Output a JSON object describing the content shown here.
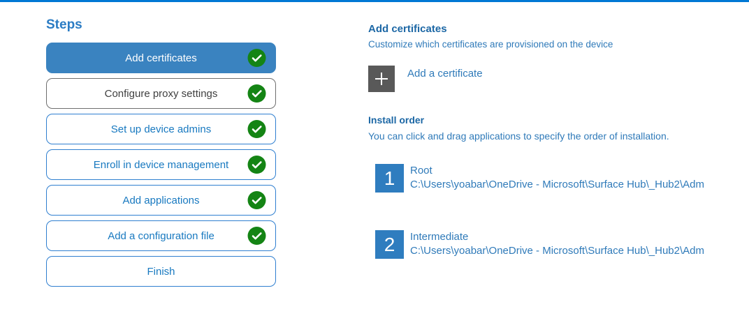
{
  "colors": {
    "accent_top_line": "#0078d4",
    "selected_step_bg": "#3a83c0",
    "step_border_blue": "#2f7fd0",
    "step_text_blue": "#1879c0",
    "check_green": "#148414",
    "number_square_blue": "#2f7dbf",
    "plus_square_gray": "#595959",
    "content_text_blue": "#2f7ab9",
    "heading_blue": "#1c67a5"
  },
  "sidebar": {
    "title": "Steps",
    "steps": [
      {
        "label": "Add certificates",
        "state": "selected",
        "checked": true
      },
      {
        "label": "Configure proxy settings",
        "state": "gray",
        "checked": true
      },
      {
        "label": "Set up device admins",
        "state": "blue",
        "checked": true
      },
      {
        "label": "Enroll in device management",
        "state": "blue",
        "checked": true
      },
      {
        "label": "Add applications",
        "state": "blue",
        "checked": true
      },
      {
        "label": "Add a configuration file",
        "state": "blue",
        "checked": true
      },
      {
        "label": "Finish",
        "state": "blue",
        "checked": false
      }
    ]
  },
  "content": {
    "heading": "Add certificates",
    "subheading": "Customize which certificates are provisioned on the device",
    "add_certificate": {
      "label": "Add a certificate",
      "icon": "plus-icon"
    },
    "install_order": {
      "heading": "Install order",
      "description": "You can click and drag applications to specify the order of installation.",
      "items": [
        {
          "order": "1",
          "name": "Root",
          "path": "C:\\Users\\yoabar\\OneDrive - Microsoft\\Surface Hub\\_Hub2\\Adm"
        },
        {
          "order": "2",
          "name": "Intermediate",
          "path": "C:\\Users\\yoabar\\OneDrive - Microsoft\\Surface Hub\\_Hub2\\Adm"
        }
      ]
    }
  }
}
